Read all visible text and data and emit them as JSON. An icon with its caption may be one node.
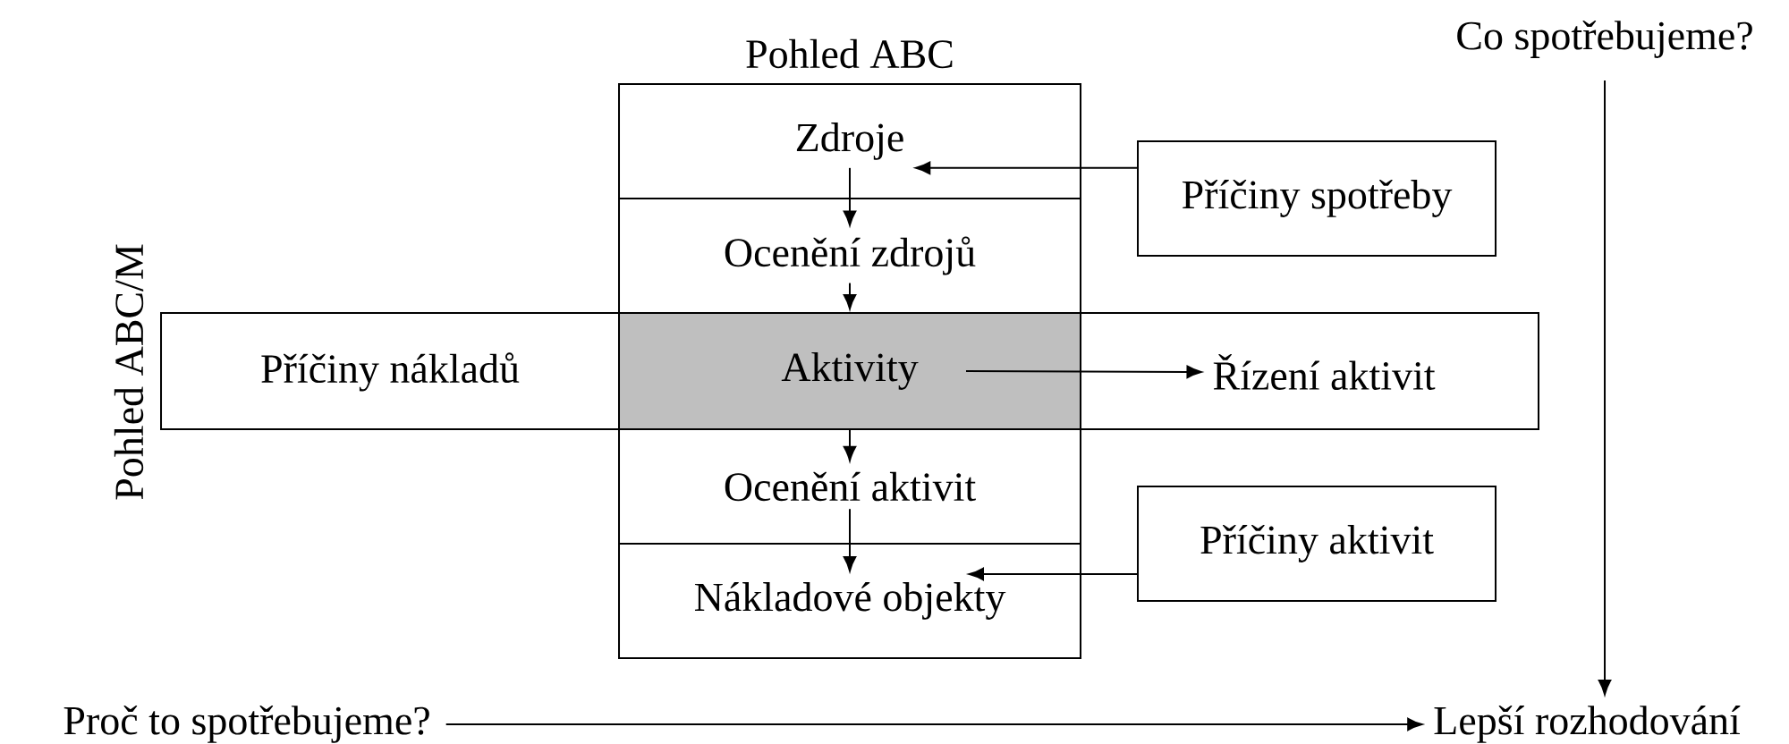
{
  "diagram": {
    "nodes": [
      {
        "text": [
          "Pohled ABC"
        ]
      },
      {
        "text": [
          "Zdroje"
        ],
        "in": 0
      },
      {
        "text": [
          "Ocenění zdrojů"
        ],
        "in": 0
      },
      {
        "text": [
          "Aktivity"
        ]
      },
      {
        "text": [
          "Ocenění aktivit"
        ],
        "in": 0
      },
      {
        "text": [
          "Nákladové objekty"
        ],
        "in": 0
      },
      {
        "text": [
          "Pohled ABC/M"
        ]
      },
      {
        "text": [
          "Příčiny nákladů"
        ],
        "in": 6
      },
      {
        "text": [
          "Řízení aktivit"
        ],
        "in": 6
      },
      {
        "text": [
          "Příčiny spotřeby"
        ]
      },
      {
        "text": [
          "Příčiny aktivit"
        ]
      },
      {
        "text": [
          "Co spotřebujeme?"
        ]
      },
      {
        "text": [
          "Proč to spotřebujeme?"
        ]
      },
      {
        "text": [
          "Lepší rozhodování"
        ]
      }
    ],
    "edges": [
      {
        "from": 1,
        "to": 2,
        "arrow": "to"
      },
      {
        "from": 2,
        "to": 3,
        "arrow": "to"
      },
      {
        "from": 3,
        "to": 4,
        "arrow": "to"
      },
      {
        "from": 4,
        "to": 5,
        "arrow": "to"
      },
      {
        "from": 9,
        "to": 1,
        "arrow": "to"
      },
      {
        "from": 10,
        "to": 5,
        "arrow": "to"
      },
      {
        "from": 3,
        "to": 8,
        "arrow": "to"
      },
      {
        "from": 11,
        "to": 13,
        "arrow": "to"
      },
      {
        "from": 12,
        "to": 13,
        "arrow": "to"
      }
    ]
  }
}
